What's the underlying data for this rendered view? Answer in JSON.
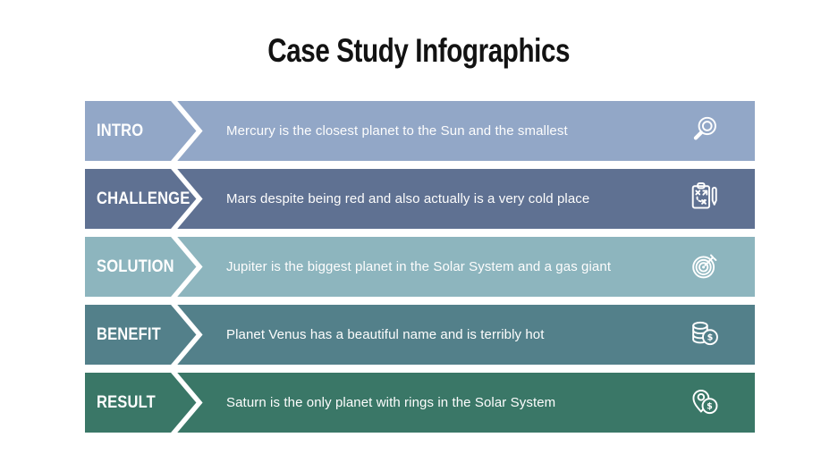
{
  "title": "Case Study Infographics",
  "colors": {
    "background": "#ffffff",
    "title_text": "#121212",
    "row_text": "#ffffff",
    "chevron": "#ffffff"
  },
  "rows": [
    {
      "label": "INTRO",
      "text": "Mercury is the closest planet to the Sun and the smallest",
      "icon": "magnifier-search-icon",
      "color": "#92a7c7"
    },
    {
      "label": "CHALLENGE",
      "text": "Mars despite being red and also actually is a very cold place",
      "icon": "strategy-clipboard-pencil-icon",
      "color": "#5f7192"
    },
    {
      "label": "SOLUTION",
      "text": "Jupiter is the biggest planet in the Solar System and a gas giant",
      "icon": "target-dart-icon",
      "color": "#8db5be"
    },
    {
      "label": "BENEFIT",
      "text": "Planet Venus has a beautiful name and is terribly hot",
      "icon": "coins-dollar-icon",
      "icon_symbol": "$",
      "color": "#53808a"
    },
    {
      "label": "RESULT",
      "text": "Saturn is the only planet with rings in the Solar System",
      "icon": "money-location-pin-icon",
      "icon_symbol": "$",
      "color": "#3a7767"
    }
  ]
}
